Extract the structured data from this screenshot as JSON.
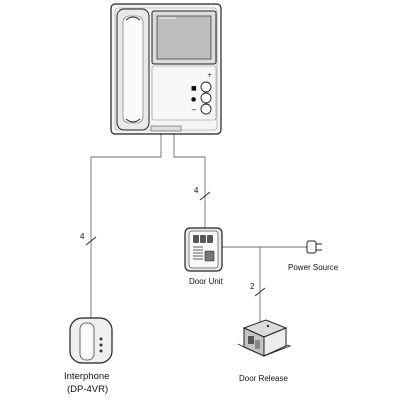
{
  "diagram": {
    "devices": {
      "monitor": {
        "buttons": [
          "+",
          "■",
          "●",
          "−"
        ]
      },
      "interphone": {
        "label_line1": "Interphone",
        "label_line2": "(DP-4VR)"
      },
      "door_unit": {
        "label": "Door Unit"
      },
      "power_source": {
        "label": "Power Source"
      },
      "door_release": {
        "label": "Door Release"
      }
    },
    "wire_counts": {
      "monitor_to_door_unit": "4",
      "monitor_to_interphone": "4",
      "door_unit_to_door_release": "2"
    }
  }
}
